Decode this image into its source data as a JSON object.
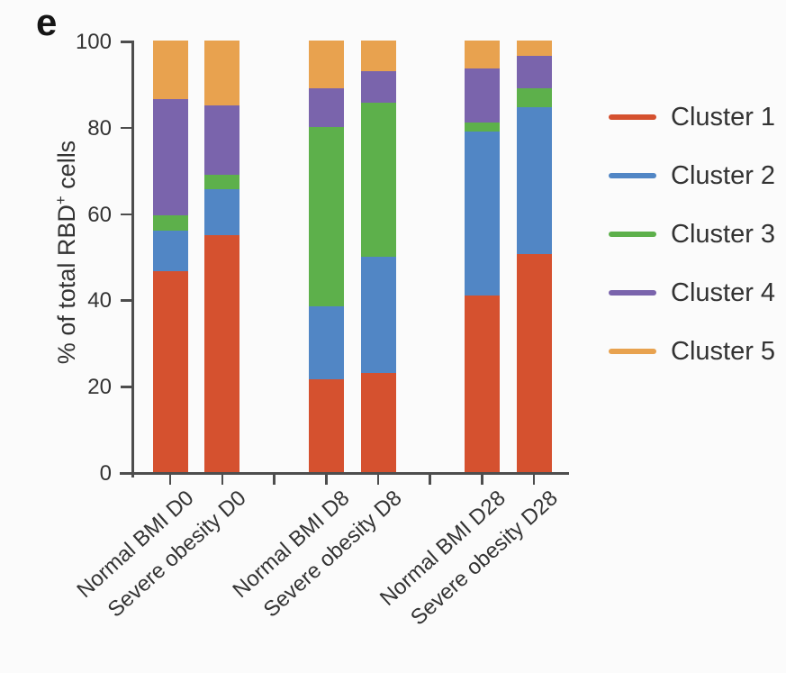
{
  "panel": {
    "letter": "e"
  },
  "axes": {
    "y_label_prefix": "% of total RBD",
    "y_label_sup": "+",
    "y_label_suffix": " cells",
    "y_tick_labels": [
      "100",
      "80",
      "60",
      "40",
      "20",
      "0"
    ]
  },
  "chart_data": {
    "type": "bar",
    "stacked": true,
    "title": "",
    "xlabel": "",
    "ylabel": "% of total RBD+ cells",
    "ylim": [
      0,
      100
    ],
    "y_ticks": [
      0,
      20,
      40,
      60,
      80,
      100
    ],
    "grid": false,
    "legend_position": "right",
    "categories": [
      "Normal BMI D0",
      "Severe obesity D0",
      "Normal BMI D8",
      "Severe obesity D8",
      "Normal BMI D28",
      "Severe obesity D28"
    ],
    "group_layout_note": "bars grouped in pairs (D0, D8, D28) with one empty slot between groups",
    "series": [
      {
        "name": "Cluster 1",
        "color": "#D5512F",
        "values": [
          46.5,
          55.0,
          21.5,
          23.0,
          41.0,
          50.5
        ]
      },
      {
        "name": "Cluster 2",
        "color": "#5186C5",
        "values": [
          9.5,
          10.5,
          17.0,
          27.0,
          38.0,
          34.0
        ]
      },
      {
        "name": "Cluster 3",
        "color": "#5DB04B",
        "values": [
          3.5,
          3.5,
          41.5,
          35.5,
          2.0,
          4.5
        ]
      },
      {
        "name": "Cluster 4",
        "color": "#7A64AC",
        "values": [
          27.0,
          16.0,
          9.0,
          7.5,
          12.5,
          7.5
        ]
      },
      {
        "name": "Cluster 5",
        "color": "#E8A24F",
        "values": [
          13.5,
          15.0,
          11.0,
          7.0,
          6.5,
          3.5
        ]
      }
    ]
  }
}
